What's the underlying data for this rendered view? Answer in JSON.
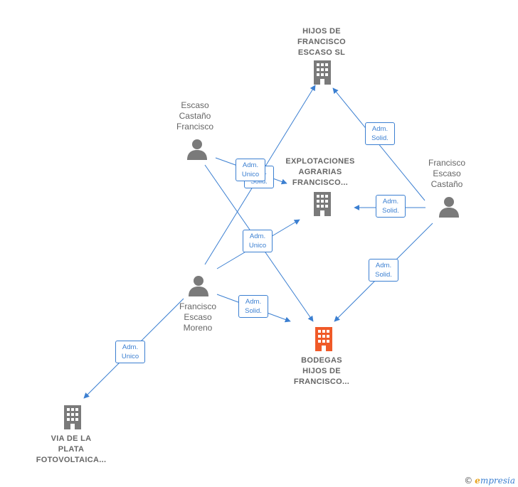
{
  "nodes": {
    "hijos_sl": {
      "label": [
        "HIJOS DE",
        "FRANCISCO",
        "ESCASO  SL"
      ],
      "type": "company"
    },
    "explotaciones": {
      "label": [
        "EXPLOTACIONES",
        "AGRARIAS",
        "FRANCISCO..."
      ],
      "type": "company"
    },
    "bodegas": {
      "label": [
        "BODEGAS",
        "HIJOS DE",
        "FRANCISCO..."
      ],
      "type": "company-main"
    },
    "via_plata": {
      "label": [
        "VIA DE LA",
        "PLATA",
        "FOTOVOLTAICA..."
      ],
      "type": "company"
    },
    "escaso_castano_francisco": {
      "label": [
        "Escaso",
        "Castaño",
        "Francisco"
      ],
      "type": "person"
    },
    "francisco_escaso_castano": {
      "label": [
        "Francisco",
        "Escaso",
        "Castaño"
      ],
      "type": "person"
    },
    "francisco_escaso_moreno": {
      "label": [
        "Francisco",
        "Escaso",
        "Moreno"
      ],
      "type": "person"
    }
  },
  "relations": [
    {
      "id": "r1",
      "lines": [
        "Adm.",
        "Solid."
      ]
    },
    {
      "id": "r2",
      "lines": [
        "Adm.",
        "Solid."
      ]
    },
    {
      "id": "r3",
      "lines": [
        "Adm.",
        "Solid."
      ]
    },
    {
      "id": "r4",
      "lines": [
        "Adm.",
        "Solid."
      ]
    },
    {
      "id": "r5",
      "lines": [
        "Adm.",
        "Unico"
      ]
    },
    {
      "id": "r6",
      "lines": [
        "Adm.",
        "Unico"
      ]
    },
    {
      "id": "r7",
      "lines": [
        "Adm.",
        "Solid."
      ]
    },
    {
      "id": "r8",
      "lines": [
        "Adm.",
        "Unico"
      ]
    }
  ],
  "colors": {
    "edge": "#3b7fd1",
    "node": "#7a7a7a",
    "main_node": "#f05a28"
  },
  "brand": {
    "copyright": "©",
    "initial": "e",
    "rest": "mpresia"
  }
}
